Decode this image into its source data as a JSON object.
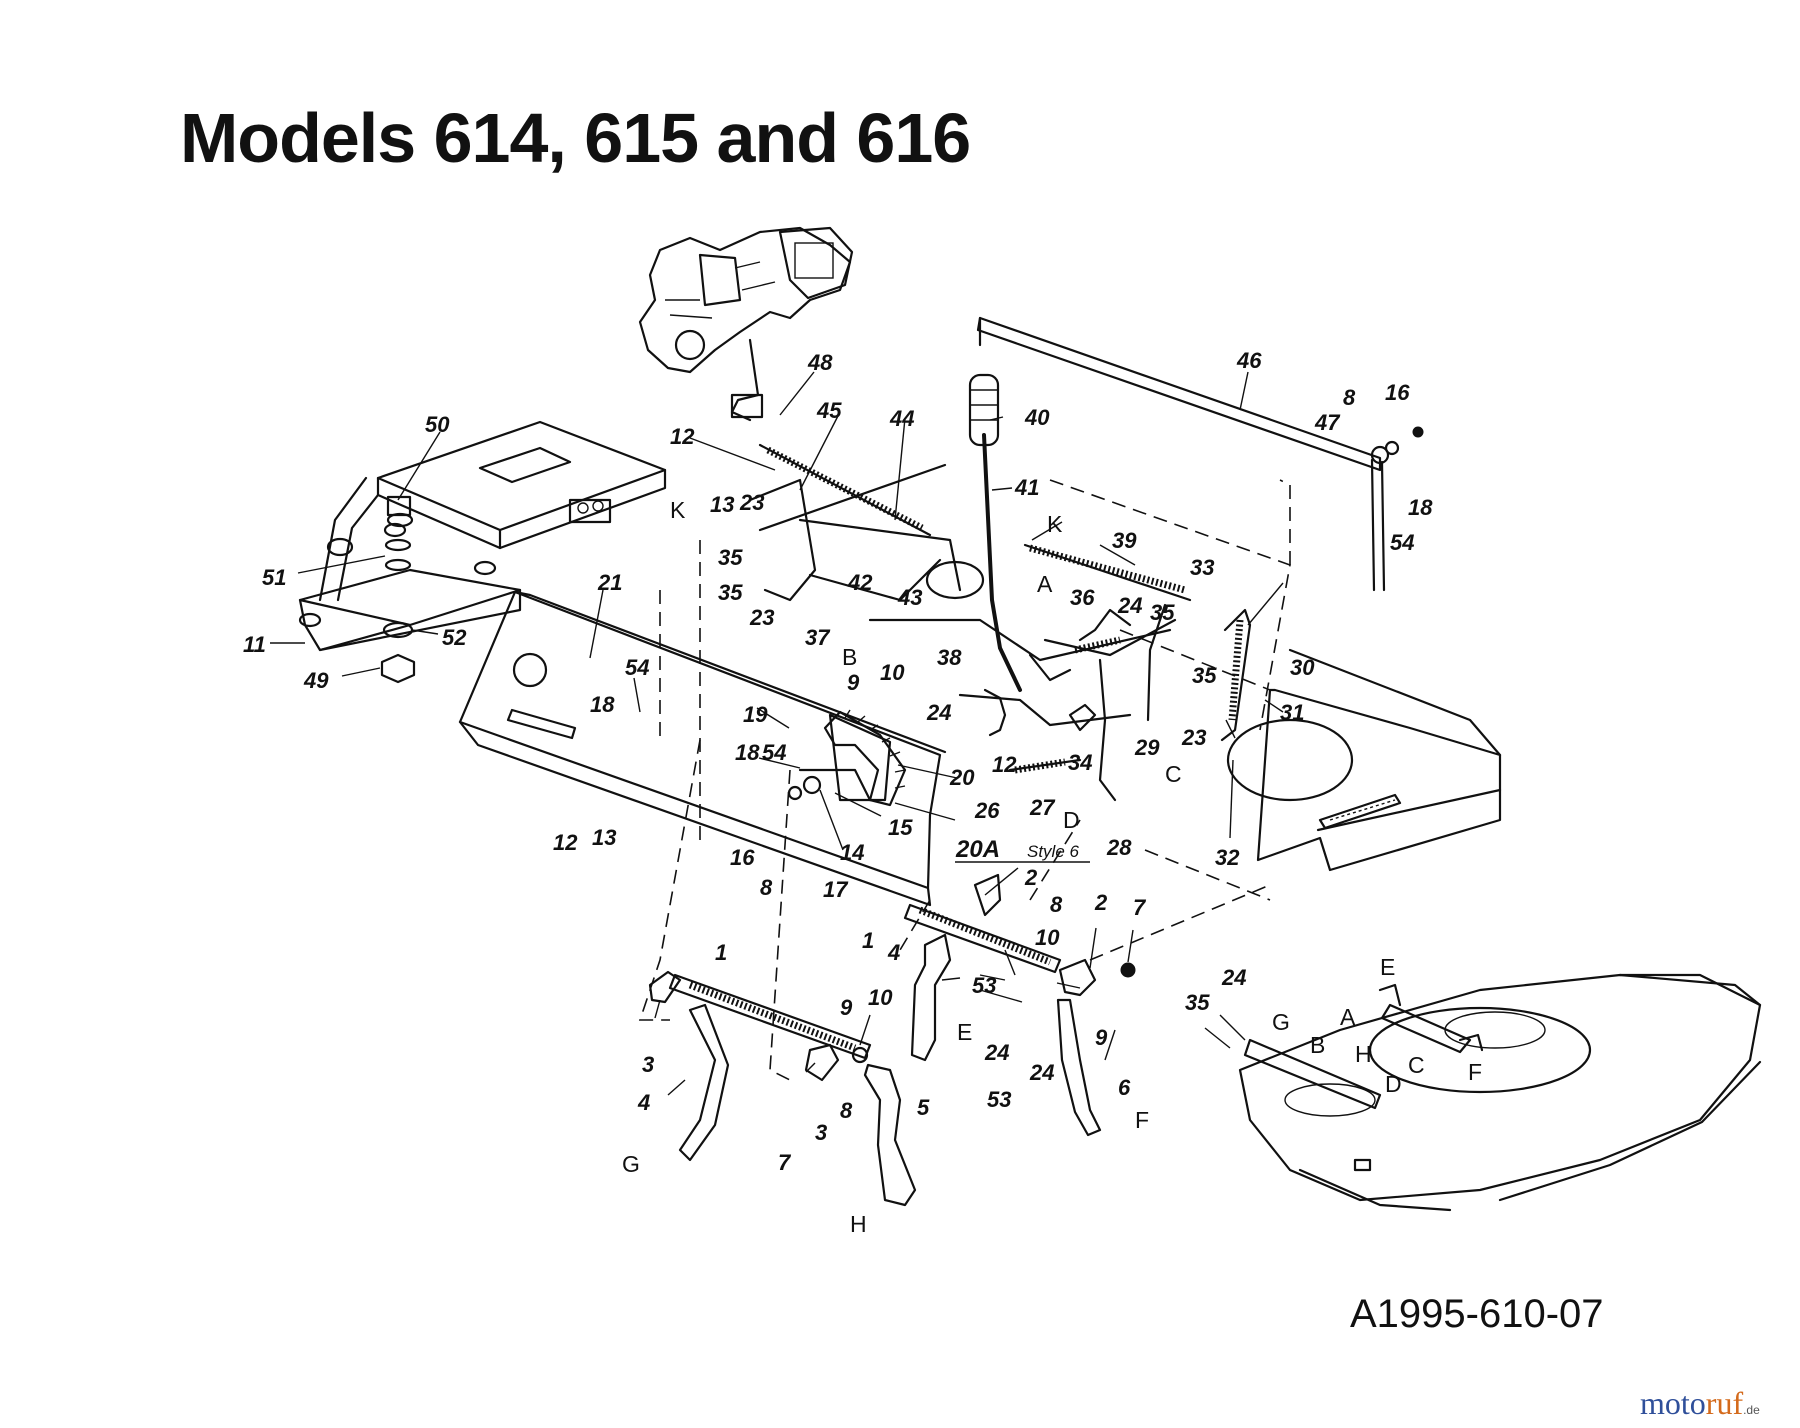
{
  "title": "Models 614, 615 and 616",
  "drawing_id": "A1995-610-07",
  "watermark": {
    "brand_part1": "moto",
    "brand_part2": "ruf",
    "tld": ".de"
  },
  "style_note": {
    "label": "20A",
    "text": "Style 6"
  },
  "part_numbers": [
    "50",
    "51",
    "11",
    "52",
    "49",
    "48",
    "45",
    "44",
    "12",
    "13",
    "23",
    "35",
    "35",
    "23",
    "42",
    "43",
    "37",
    "38",
    "40",
    "41",
    "46",
    "8",
    "16",
    "47",
    "18",
    "54",
    "39",
    "33",
    "36",
    "24",
    "35",
    "30",
    "31",
    "32",
    "21",
    "54",
    "18",
    "12",
    "13",
    "19",
    "18",
    "54",
    "16",
    "8",
    "17",
    "14",
    "15",
    "20",
    "9",
    "10",
    "24",
    "12",
    "34",
    "29",
    "23",
    "35",
    "26",
    "27",
    "28",
    "2",
    "1",
    "4",
    "8",
    "2",
    "7",
    "10",
    "53",
    "24",
    "53",
    "24",
    "9",
    "6",
    "1",
    "9",
    "10",
    "3",
    "4",
    "7",
    "3",
    "8",
    "5",
    "35",
    "24"
  ],
  "reference_letters": [
    "K",
    "A",
    "B",
    "K",
    "C",
    "D",
    "E",
    "F",
    "G",
    "H",
    "G",
    "A",
    "B",
    "H",
    "D",
    "C",
    "F",
    "E"
  ]
}
